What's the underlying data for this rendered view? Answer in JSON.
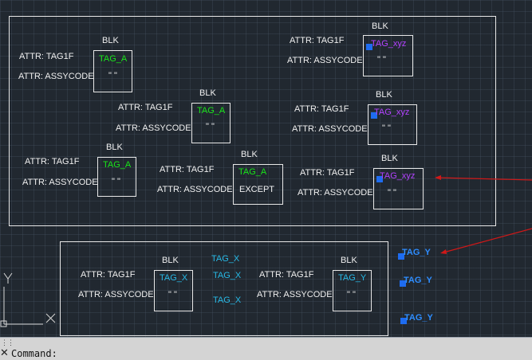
{
  "drawing": {
    "blk": "BLK",
    "attr_tag1f": "ATTR: TAG1F",
    "attr_assycode": "ATTR: ASSYCODE",
    "tag_a": "TAG_A",
    "tag_xyz": "TAG_xyz",
    "tag_x": "TAG_X",
    "tag_y": "TAG_Y",
    "empty_value": "\" \"",
    "except_value": "EXCEPT"
  },
  "colors": {
    "background": "#212830",
    "tag_a": "#19e619",
    "tag_xyz": "#b341ff",
    "tag_x": "#27b9e6",
    "tag_y": "#2e8dff",
    "leader_arrow": "#d01818"
  },
  "command_line": {
    "label": "Command:",
    "close_icon": "close-icon",
    "grip_icon": "grip-dots-icon"
  }
}
